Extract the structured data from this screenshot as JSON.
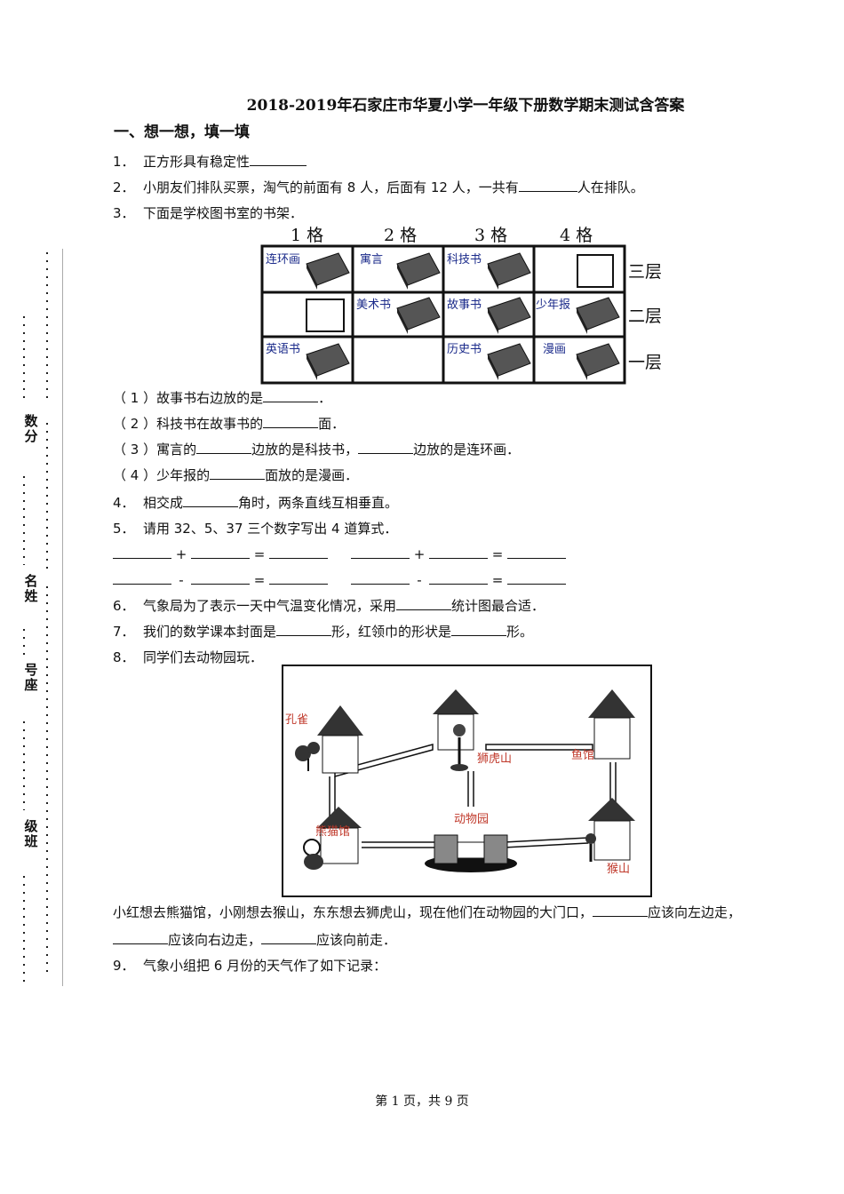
{
  "title": "2018-2019年石家庄市华夏小学一年级下册数学期末测试含答案",
  "section_heading": "一、想一想，填一填",
  "binding": {
    "fields": [
      "数分",
      "名姓",
      "号座",
      "级班"
    ]
  },
  "questions": {
    "q1": {
      "num": "1．",
      "text": "正方形具有稳定性"
    },
    "q2": {
      "num": "2．",
      "pre": "小朋友们排队买票，淘气的前面有 8 人，后面有 12 人，一共有",
      "post": "人在排队。"
    },
    "q3": {
      "num": "3．",
      "text": "下面是学校图书室的书架．"
    },
    "q3_sub": {
      "s1_pre": "（ 1 ）故事书右边放的是",
      "s1_post": "．",
      "s2_pre": "（ 2 ）科技书在故事书的",
      "s2_post": "面．",
      "s3_pre": "（ 3 ）寓言的",
      "s3_mid": "边放的是科技书，",
      "s3_post": "边放的是连环画．",
      "s4_pre": "（ 4 ）少年报的",
      "s4_post": "面放的是漫画．"
    },
    "q4": {
      "num": "4．",
      "pre": "相交成",
      "post": "角时，两条直线互相垂直。"
    },
    "q5": {
      "num": "5．",
      "text": "请用 32、5、37 三个数字写出 4 道算式．"
    },
    "q5_ops": {
      "plus": "+",
      "minus": "-",
      "eq": "="
    },
    "q6": {
      "num": "6．",
      "pre": "气象局为了表示一天中气温变化情况，采用",
      "post": "统计图最合适．"
    },
    "q7": {
      "num": "7．",
      "pre": "我们的数学课本封面是",
      "mid": "形，红领巾的形状是",
      "post": "形。"
    },
    "q8": {
      "num": "8．",
      "text": "同学们去动物园玩．"
    },
    "q8_desc": {
      "line1_pre": "小红想去熊猫馆，小刚想去猴山，东东想去狮虎山，现在他们在动物园的大门口，",
      "line1_post": "应该向左边走，",
      "line2_mid": "应该向右边走，",
      "line2_post": "应该向前走．"
    },
    "q9": {
      "num": "9．",
      "text": "气象小组把 6 月份的天气作了如下记录："
    }
  },
  "shelf": {
    "columns": [
      "1 格",
      "2 格",
      "3 格",
      "4 格"
    ],
    "floors": [
      "三层",
      "二层",
      "一层"
    ],
    "rows": [
      [
        "连环画",
        "寓言",
        "科技书",
        ""
      ],
      [
        "",
        "美术书",
        "故事书",
        "少年报"
      ],
      [
        "英语书",
        "",
        "历史书",
        "漫画"
      ]
    ]
  },
  "zoo": {
    "labels": {
      "peacock": "孔雀",
      "lion_tiger": "狮虎山",
      "fish": "鱼馆",
      "panda": "熊猫馆",
      "gate": "动物园",
      "monkey": "猴山"
    }
  },
  "footer": "第 1 页，共 9 页"
}
